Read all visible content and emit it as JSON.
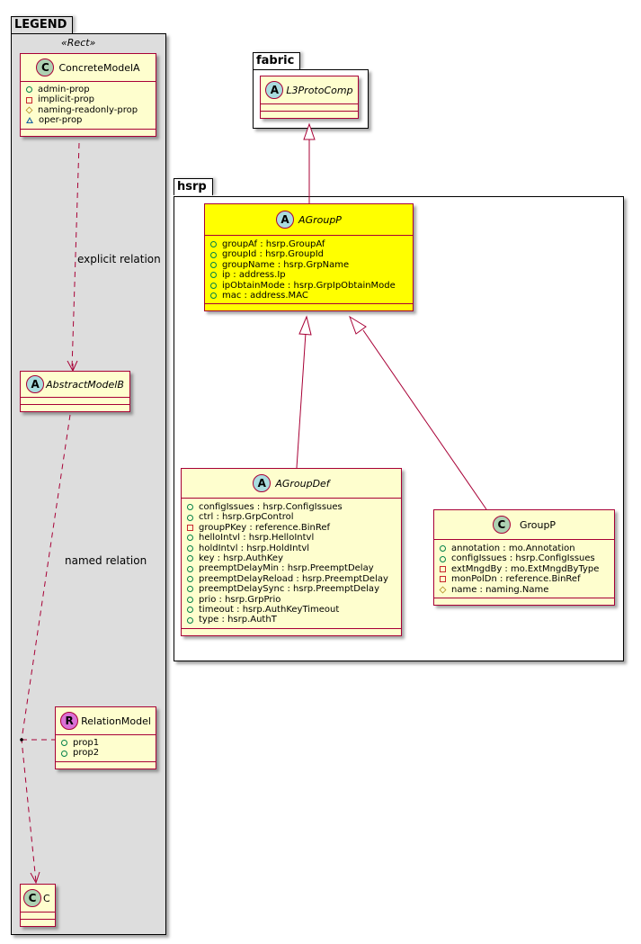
{
  "packages": {
    "legend": {
      "name": "LEGEND",
      "stereotype": "«Rect»"
    },
    "fabric": {
      "name": "fabric"
    },
    "hsrp": {
      "name": "hsrp"
    }
  },
  "legend": {
    "concrete_model": {
      "kind": "C",
      "name": "ConcreteModelA",
      "attributes": [
        {
          "visibility": "public",
          "text": "admin-prop"
        },
        {
          "visibility": "private",
          "text": "implicit-prop"
        },
        {
          "visibility": "protected",
          "text": "naming-readonly-prop"
        },
        {
          "visibility": "package",
          "text": "oper-prop"
        }
      ]
    },
    "abstract_model": {
      "kind": "A",
      "name": "AbstractModelB"
    },
    "relation_model": {
      "kind": "R",
      "name": "RelationModel",
      "attributes": [
        {
          "visibility": "public",
          "text": "prop1"
        },
        {
          "visibility": "public",
          "text": "prop2"
        }
      ]
    },
    "c_model": {
      "kind": "C",
      "name": "C"
    },
    "explicit_relation_label": "explicit relation",
    "named_relation_label": "named relation"
  },
  "classes": {
    "l3protocomp": {
      "kind": "A",
      "name": "L3ProtoComp"
    },
    "agroupp": {
      "kind": "A",
      "name": "AGroupP",
      "attributes": [
        {
          "visibility": "public",
          "text": "groupAf : hsrp.GroupAf"
        },
        {
          "visibility": "public",
          "text": "groupId : hsrp.GroupId"
        },
        {
          "visibility": "public",
          "text": "groupName : hsrp.GrpName"
        },
        {
          "visibility": "public",
          "text": "ip : address.Ip"
        },
        {
          "visibility": "public",
          "text": "ipObtainMode : hsrp.GrpIpObtainMode"
        },
        {
          "visibility": "public",
          "text": "mac : address.MAC"
        }
      ]
    },
    "agroupdef": {
      "kind": "A",
      "name": "AGroupDef",
      "attributes": [
        {
          "visibility": "public",
          "text": "configIssues : hsrp.ConfigIssues"
        },
        {
          "visibility": "public",
          "text": "ctrl : hsrp.GrpControl"
        },
        {
          "visibility": "private",
          "text": "groupPKey : reference.BinRef"
        },
        {
          "visibility": "public",
          "text": "helloIntvl : hsrp.HelloIntvl"
        },
        {
          "visibility": "public",
          "text": "holdIntvl : hsrp.HoldIntvl"
        },
        {
          "visibility": "public",
          "text": "key : hsrp.AuthKey"
        },
        {
          "visibility": "public",
          "text": "preemptDelayMin : hsrp.PreemptDelay"
        },
        {
          "visibility": "public",
          "text": "preemptDelayReload : hsrp.PreemptDelay"
        },
        {
          "visibility": "public",
          "text": "preemptDelaySync : hsrp.PreemptDelay"
        },
        {
          "visibility": "public",
          "text": "prio : hsrp.GrpPrio"
        },
        {
          "visibility": "public",
          "text": "timeout : hsrp.AuthKeyTimeout"
        },
        {
          "visibility": "public",
          "text": "type : hsrp.AuthT"
        }
      ]
    },
    "groupp": {
      "kind": "C",
      "name": "GroupP",
      "attributes": [
        {
          "visibility": "public",
          "text": "annotation : mo.Annotation"
        },
        {
          "visibility": "public",
          "text": "configIssues : hsrp.ConfigIssues"
        },
        {
          "visibility": "private",
          "text": "extMngdBy : mo.ExtMngdByType"
        },
        {
          "visibility": "private",
          "text": "monPolDn : reference.BinRef"
        },
        {
          "visibility": "protected",
          "text": "name : naming.Name"
        }
      ]
    }
  },
  "relations": [
    {
      "from": "AGroupP",
      "to": "L3ProtoComp",
      "type": "inheritance"
    },
    {
      "from": "AGroupDef",
      "to": "AGroupP",
      "type": "inheritance"
    },
    {
      "from": "GroupP",
      "to": "AGroupP",
      "type": "inheritance"
    },
    {
      "from": "ConcreteModelA",
      "to": "AbstractModelB",
      "type": "dependency",
      "label": "explicit relation"
    },
    {
      "from": "AbstractModelB",
      "to": "C",
      "type": "dependency",
      "label": "named relation",
      "association_class": "RelationModel"
    }
  ],
  "colors": {
    "class_fill": "#fefece",
    "highlight_fill": "#ffff00",
    "border": "#a80036",
    "legend_bg": "#dddddd"
  }
}
